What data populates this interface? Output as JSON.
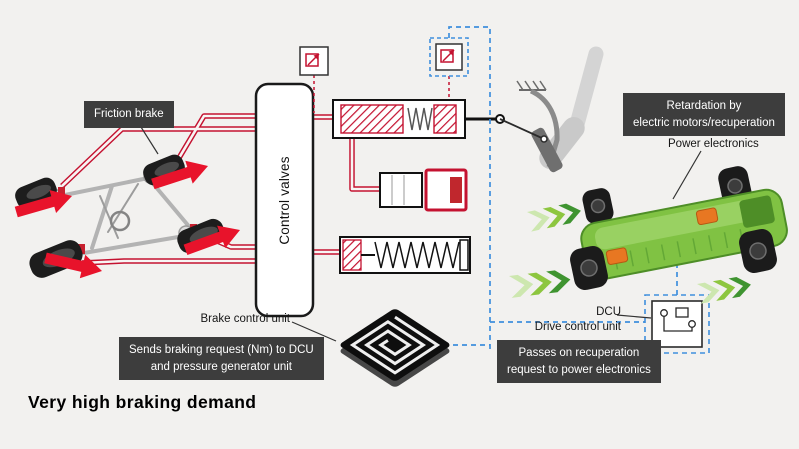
{
  "title": "Very high braking demand",
  "labels": {
    "friction_brake": "Friction brake",
    "control_valves": "Control valves",
    "retardation_line1": "Retardation by",
    "retardation_line2": "electric motors/recuperation",
    "power_electronics": "Power electronics",
    "brake_control_unit": "Brake control unit",
    "sends_line1": "Sends braking request (Nm) to DCU",
    "sends_line2": "and pressure generator unit",
    "dcu_abbr": "DCU",
    "dcu_full": "Drive control unit",
    "passes_line1": "Passes on recuperation",
    "passes_line2": "request to power electronics"
  },
  "colors": {
    "background": "#f2f1ef",
    "callout_bg": "#3d3d3d",
    "callout_text": "#ffffff",
    "hydraulic_red": "#c41230",
    "arrow_red": "#e8132b",
    "signal_blue": "#3f8fdd",
    "car_green": "#80c243",
    "chevron_green_dark": "#3f9430",
    "motor_orange": "#e87722"
  },
  "icons": {
    "pressure_sensor": "pressure-sensor-icon",
    "circuit": "circuit-icon",
    "chip_maze": "maze-chip-icon"
  }
}
